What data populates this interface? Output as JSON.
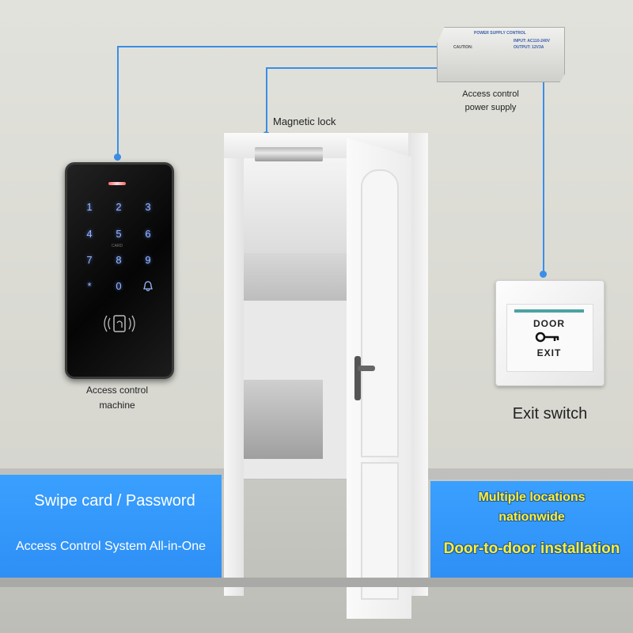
{
  "labels": {
    "keypad": [
      "Access control",
      "machine"
    ],
    "magnetic_lock": "Magnetic lock",
    "power_supply": [
      "Access control",
      "power supply"
    ],
    "exit_switch": "Exit switch"
  },
  "keypad": {
    "keys": [
      "1",
      "2",
      "3",
      "4",
      "5",
      "6",
      "7",
      "8",
      "9",
      "*",
      "0",
      "bell"
    ],
    "card_text": "CARD"
  },
  "power_supply": {
    "heading": "POWER SUPPLY CONTROL",
    "caution": "CAUTION:",
    "input": "INPUT: AC110-240V",
    "output": "OUTPUT: 12V3A"
  },
  "exit_button": {
    "top_text": "DOOR",
    "bottom_text": "EXIT"
  },
  "banners": {
    "left_line1": "Swipe card / Password",
    "left_line2": "Access Control System All-in-One",
    "right_line1": "Multiple locations",
    "right_line2": "nationwide",
    "right_line3": "Door-to-door installation"
  },
  "colors": {
    "wire": "#3a8ee6",
    "banner": "#3aa0ff",
    "highlight_text": "#ffee33"
  }
}
